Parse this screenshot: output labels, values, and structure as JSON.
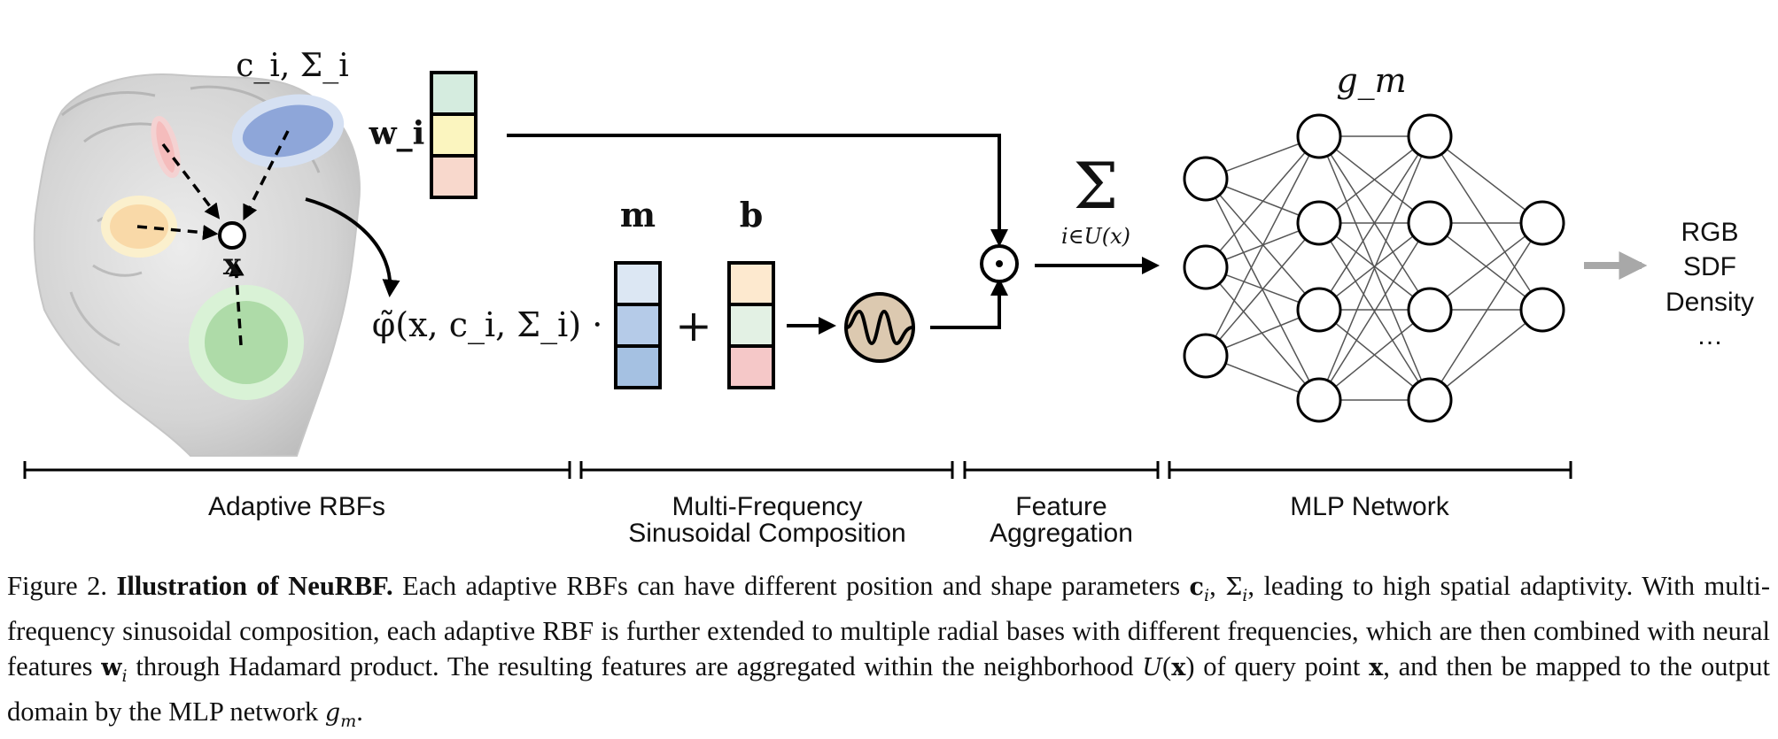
{
  "diagram": {
    "labels": {
      "c_sigma": "c_i, Σ_i",
      "x": "x",
      "w": "w_i",
      "m": "m",
      "b": "b",
      "phi": "φ̃(x, c_i, Σ_i) ·",
      "plus": "+",
      "sum": "Σ",
      "sum_sub": "i∈U(x)",
      "odot": "⊙",
      "g": "g_m"
    },
    "outputs": [
      "RGB",
      "SDF",
      "Density",
      "…"
    ],
    "stages": [
      {
        "line1": "Adaptive RBFs",
        "line2": ""
      },
      {
        "line1": "Multi-Frequency",
        "line2": "Sinusoidal Composition"
      },
      {
        "line1": "Feature",
        "line2": "Aggregation"
      },
      {
        "line1": "MLP Network",
        "line2": ""
      }
    ],
    "colors": {
      "green": "#d5ecdf",
      "yellow": "#fbf5bf",
      "pink": "#f8d8cc",
      "blue_light": "#dce7f3",
      "blue_mid": "#b5cbe8",
      "blue_dark": "#a5c1e2",
      "orange_light": "#fde9cf",
      "green_light": "#e3f1e4",
      "red_light": "#f5c8c8",
      "sine_fill": "#dcc9b0",
      "arrow_gray": "#a8a8a8"
    }
  },
  "caption": {
    "figure_label": "Figure 2.",
    "title": "Illustration of NeuRBF.",
    "t1": "Each adaptive RBFs can have different position and shape parameters",
    "sym_c": "c",
    "sym_i": "i",
    "sym_sigma": "Σ",
    "t2": ", leading to high spatial adaptivity.  With multi-frequency sinusoidal composition, each adaptive RBF is further extended to multiple radial bases with different frequencies, which are then combined with neural features",
    "sym_w": "w",
    "t3": "through Hadamard product. The resulting features are aggregated within the neighborhood",
    "sym_U": "U",
    "sym_x": "x",
    "t4": "of query point",
    "t5": ", and then be mapped to the output domain by the MLP network",
    "sym_g": "g",
    "sym_m": "m",
    "t6": "."
  }
}
